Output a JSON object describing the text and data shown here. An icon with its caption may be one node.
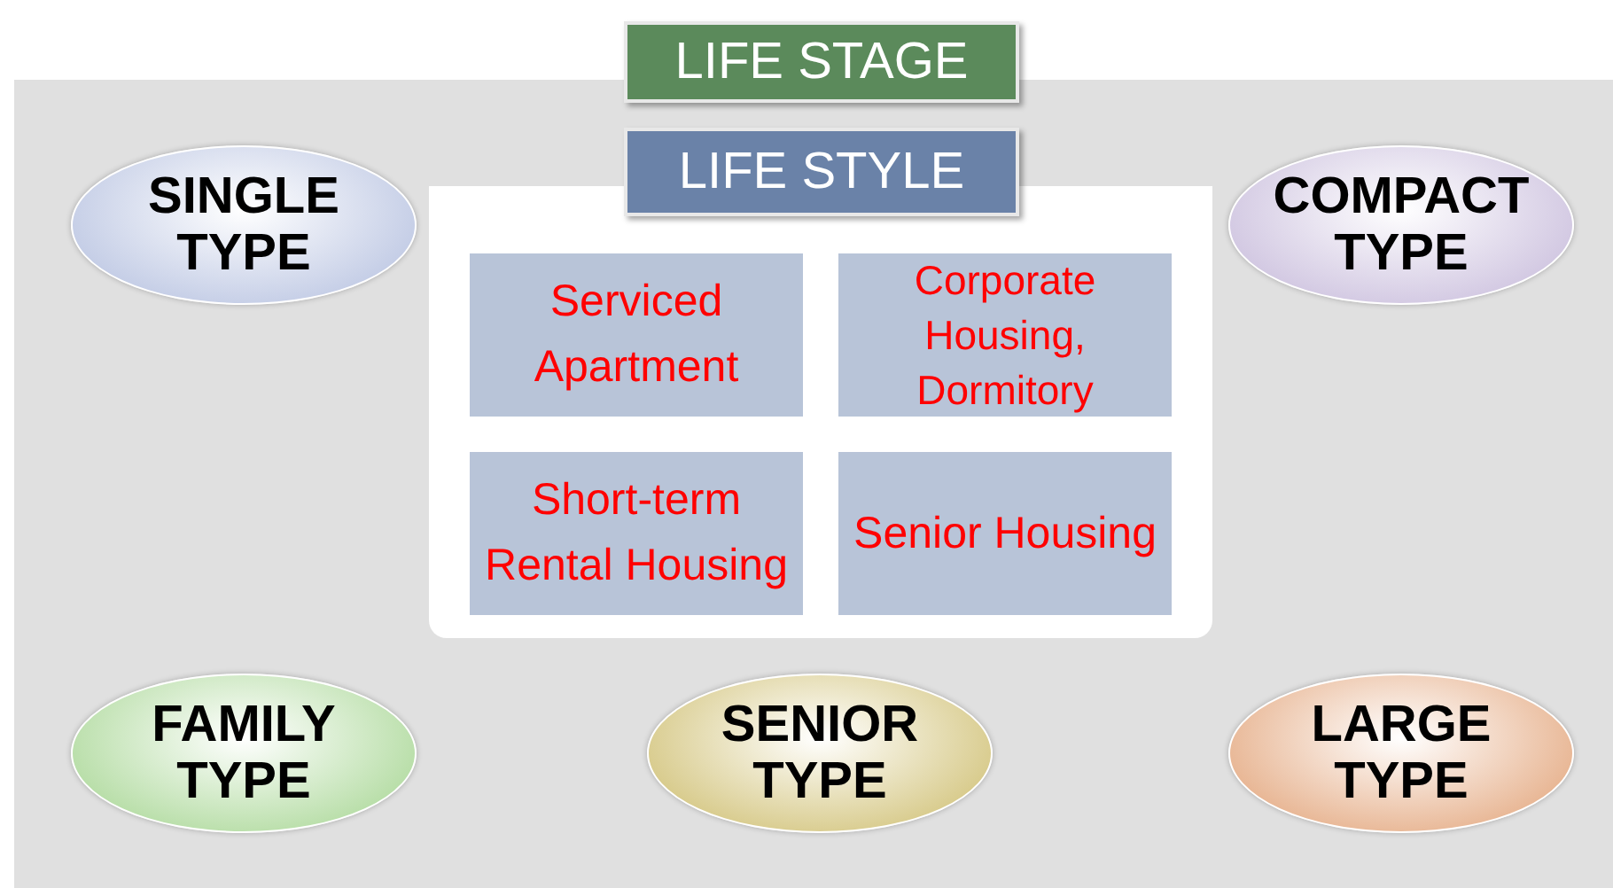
{
  "diagram": {
    "nodes": [
      {
        "text": [
          "LIFE STAGE"
        ]
      },
      {
        "text": [
          "SINGLE TYPE"
        ],
        "in": 0
      },
      {
        "text": [
          "LIFE STYLE"
        ],
        "in": 0
      },
      {
        "text": [
          "Serviced Apartment"
        ],
        "in": 2
      },
      {
        "text": [
          "Corporate Housing, Dormitory"
        ],
        "in": 2
      },
      {
        "text": [
          "Short-term Rental Housing"
        ],
        "in": 2
      },
      {
        "text": [
          "Senior Housing"
        ],
        "in": 2
      },
      {
        "text": [
          "COMPACT TYPE"
        ],
        "in": 0
      },
      {
        "text": [
          "FAMILY TYPE"
        ],
        "in": 0
      },
      {
        "text": [
          "SENIOR TYPE"
        ],
        "in": 0
      },
      {
        "text": [
          "LARGE TYPE"
        ],
        "in": 0
      }
    ]
  }
}
